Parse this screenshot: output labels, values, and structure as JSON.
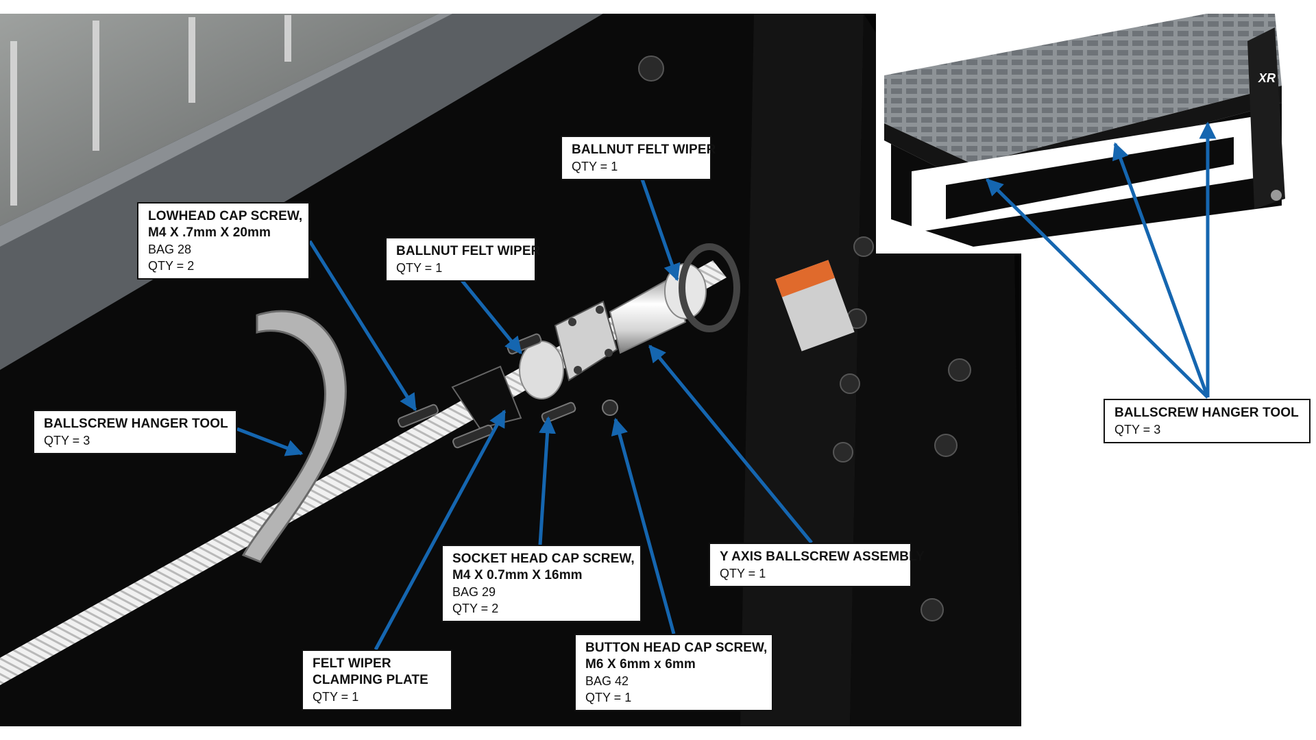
{
  "colors": {
    "leader": "#1566b0",
    "machine_black": "#050505",
    "rail_gray": "#5b5f63",
    "callout_border": "#111111"
  },
  "inset_logo": "XR",
  "labels": {
    "lowhead": {
      "title": [
        "LOWHEAD CAP SCREW,",
        "M4 X .7mm X 20mm"
      ],
      "lines": [
        "BAG 28",
        "QTY = 2"
      ]
    },
    "felt_wiper_top": {
      "title": [
        "BALLNUT FELT WIPER"
      ],
      "lines": [
        "QTY = 1"
      ]
    },
    "felt_wiper_mid": {
      "title": [
        "BALLNUT FELT WIPER"
      ],
      "lines": [
        "QTY = 1"
      ]
    },
    "hanger_left": {
      "title": [
        "BALLSCREW HANGER TOOL"
      ],
      "lines": [
        "QTY = 3"
      ]
    },
    "hanger_right": {
      "title": [
        "BALLSCREW HANGER TOOL"
      ],
      "lines": [
        "QTY = 3"
      ]
    },
    "socket_head": {
      "title": [
        "SOCKET HEAD CAP SCREW,",
        "M4 X 0.7mm X 16mm"
      ],
      "lines": [
        "BAG 29",
        "QTY = 2"
      ]
    },
    "y_axis": {
      "title": [
        "Y AXIS BALLSCREW ASSEMBLY"
      ],
      "lines": [
        "QTY = 1"
      ]
    },
    "clamp_plate": {
      "title": [
        "FELT WIPER",
        "CLAMPING PLATE"
      ],
      "lines": [
        "QTY = 1"
      ]
    },
    "button_head": {
      "title": [
        "BUTTON HEAD CAP SCREW,",
        "M6 X 6mm x 6mm"
      ],
      "lines": [
        "BAG 42",
        "QTY = 1"
      ]
    }
  }
}
